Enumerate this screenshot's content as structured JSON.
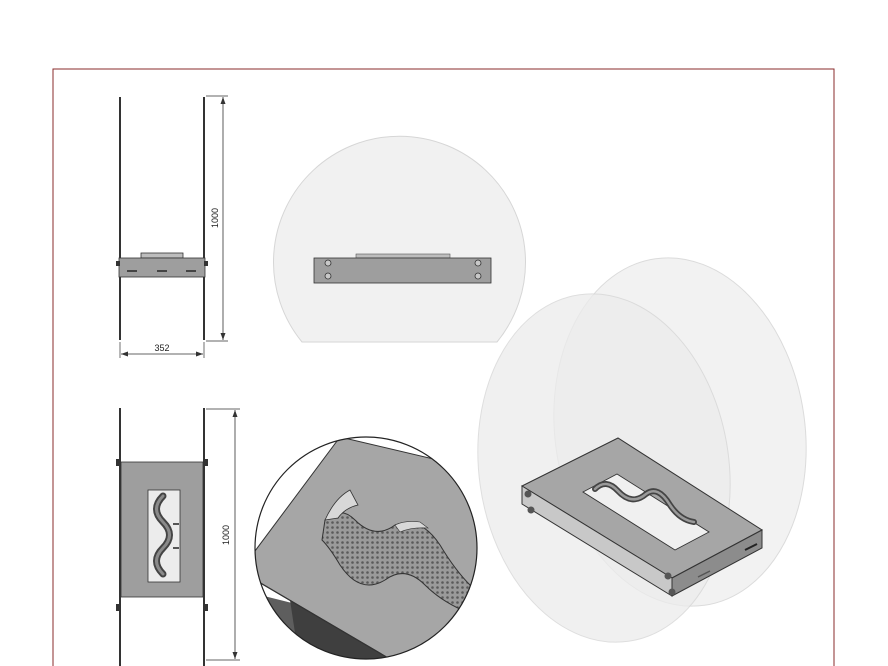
{
  "colors": {
    "frame": "#8a2b2b",
    "outline": "#333333",
    "panel": "#9e9e9e",
    "panel_light": "#c4c4c4",
    "panel_dark": "#6e6e6e",
    "glass": "#e6e6e6",
    "glass_edge": "#cfcfcf",
    "window": "#e9e9e9"
  },
  "dimensions": {
    "front_height": "1000",
    "front_width": "352",
    "top_length": "1000"
  }
}
